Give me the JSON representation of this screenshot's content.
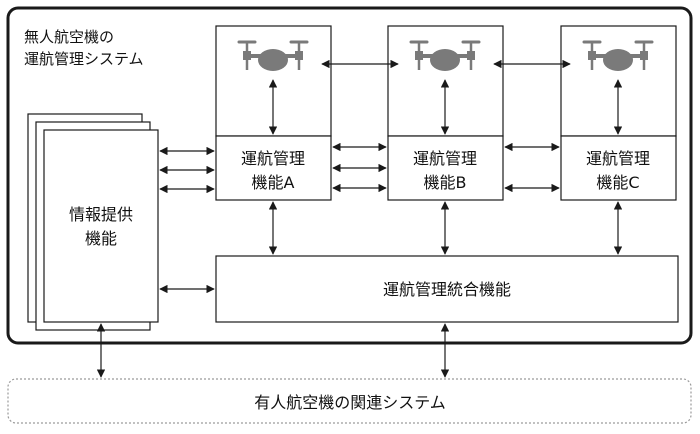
{
  "system": {
    "title_line1": "無人航空機の",
    "title_line2": "運航管理システム"
  },
  "info_block": {
    "label_line1": "情報提供",
    "label_line2": "機能"
  },
  "management_units": [
    {
      "label_line1": "運航管理",
      "label_line2": "機能A"
    },
    {
      "label_line1": "運航管理",
      "label_line2": "機能B"
    },
    {
      "label_line1": "運航管理",
      "label_line2": "機能C"
    }
  ],
  "integration_block": {
    "label": "運航管理統合機能"
  },
  "manned_system": {
    "label": "有人航空機の関連システム"
  },
  "colors": {
    "line": "#1a1a1a",
    "drone": "#7a7a7a",
    "manned_border": "#9a9a9a"
  },
  "icons": {
    "drone": "drone-icon"
  }
}
